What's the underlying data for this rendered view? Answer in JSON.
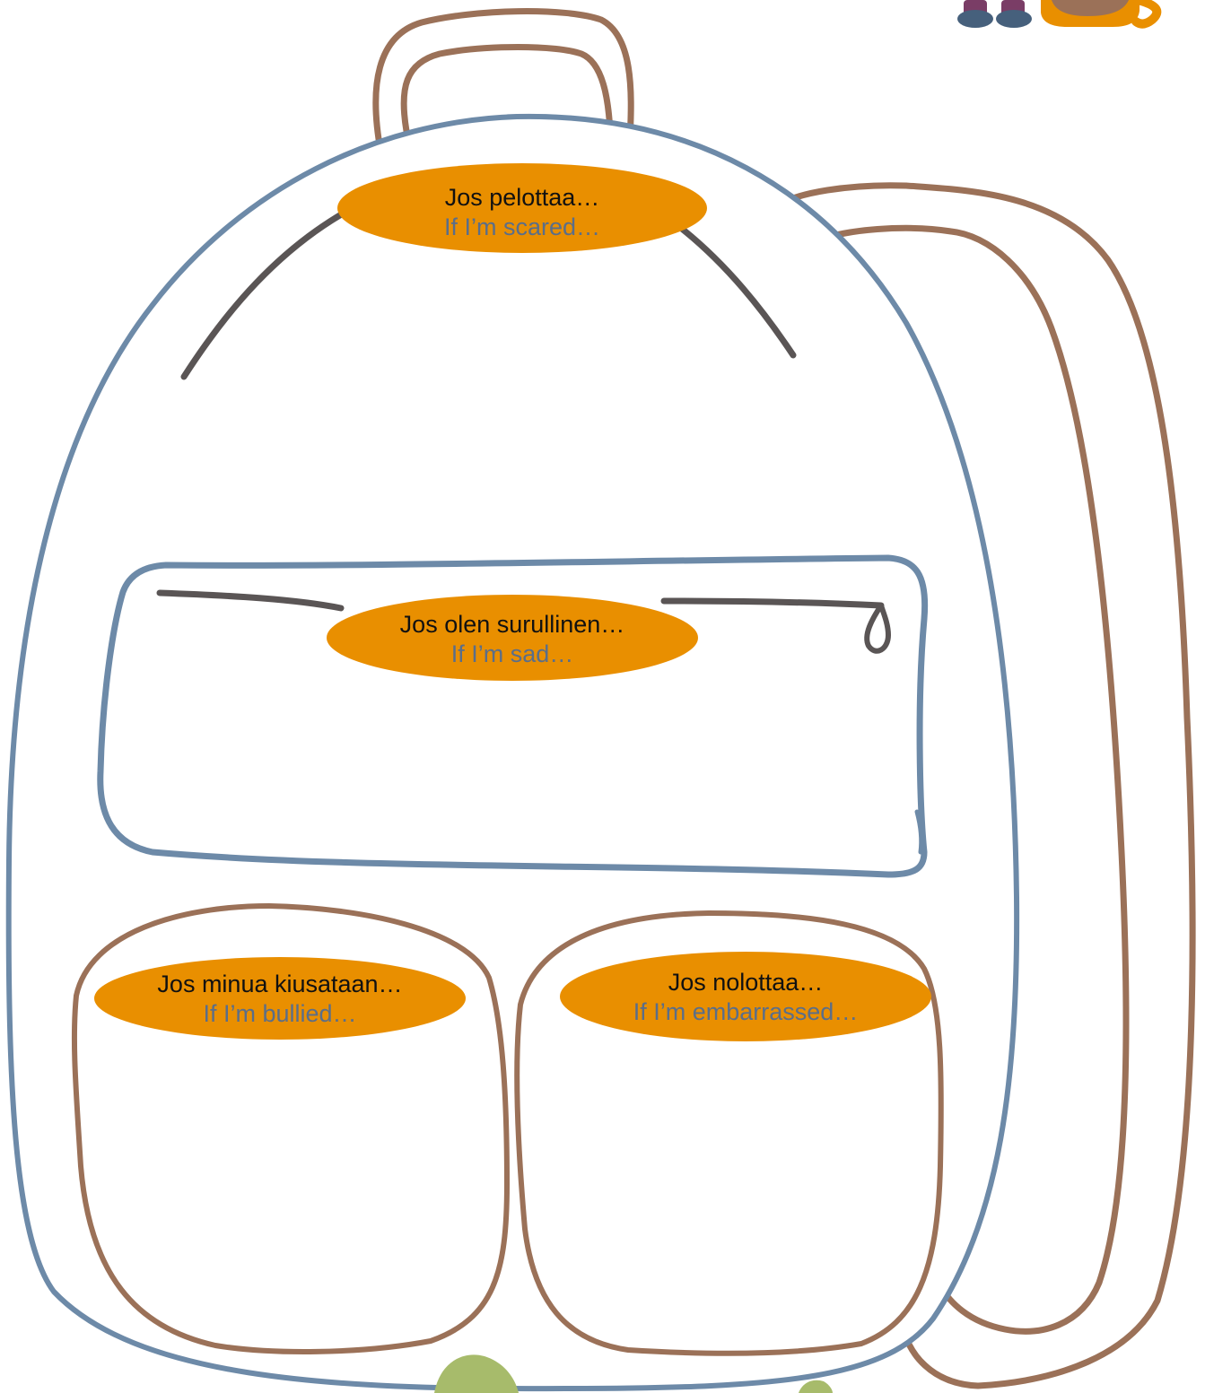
{
  "pockets": [
    {
      "id": "scared",
      "fi": "Jos pelottaa…",
      "en": "If I’m scared…"
    },
    {
      "id": "sad",
      "fi": "Jos olen surullinen…",
      "en": "If I’m sad…"
    },
    {
      "id": "bullied",
      "fi": "Jos minua kiusataan…",
      "en": "If I’m bullied…"
    },
    {
      "id": "embarrassed",
      "fi": "Jos nolottaa…",
      "en": "If I’m embarrassed…"
    }
  ],
  "colors": {
    "backpack_outline": "#6d8aa8",
    "strap_and_pockets": "#9b7158",
    "zipper": "#5a5555",
    "label_fill": "#e98f00",
    "finnish_text": "#111111",
    "english_text": "#5a6e8a",
    "decoration_green": "#a7bb6b",
    "decoration_purple": "#7a3d66",
    "decoration_blue": "#46607c"
  }
}
